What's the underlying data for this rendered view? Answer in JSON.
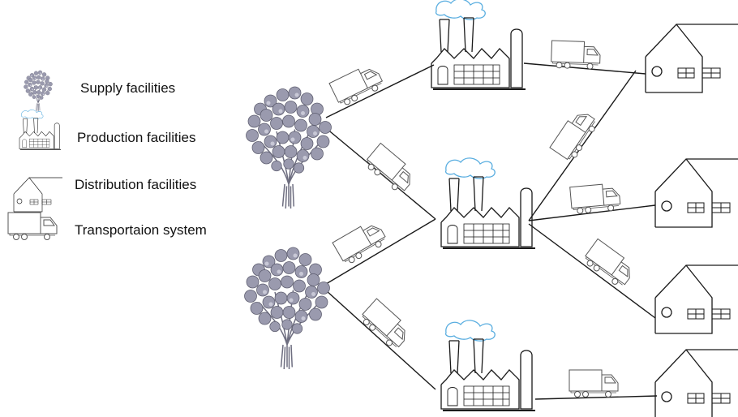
{
  "legend": {
    "supply": "Supply facilities",
    "production": "Production facilities",
    "distribution": "Distribution facilities",
    "transport": "Transportaion system"
  },
  "colors": {
    "line": "#1a1a1a",
    "smoke": "#5aaee0",
    "plant": "#9a9aae",
    "plant_dark": "#6e6e80",
    "truck_line": "#555555"
  },
  "icons": [
    "supply-plant-icon",
    "factory-icon",
    "warehouse-icon",
    "truck-icon"
  ]
}
